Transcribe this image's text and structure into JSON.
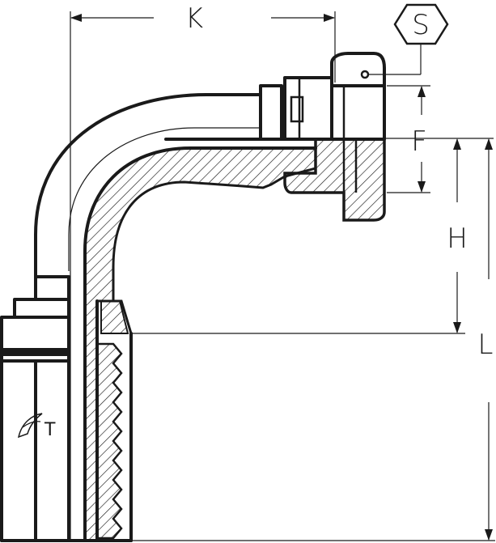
{
  "dimensions": {
    "k_label": "K",
    "s_label": "S",
    "f_label": "F",
    "h_label": "H",
    "l_label": "L"
  },
  "brand": {
    "mark_text": "T"
  },
  "colors": {
    "line": "#1a1a1a",
    "background": "#ffffff"
  }
}
